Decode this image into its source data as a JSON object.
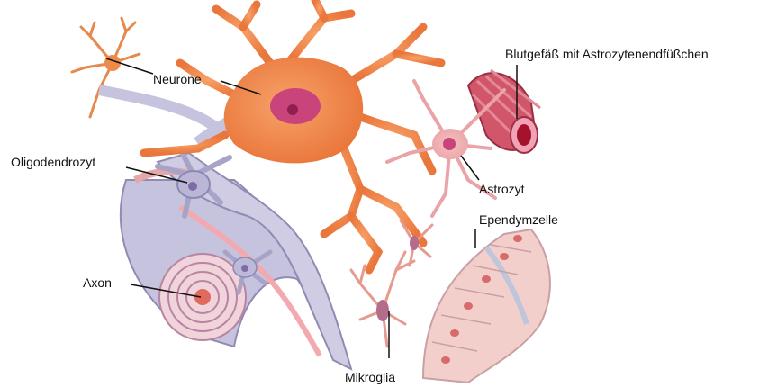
{
  "labels": {
    "neurone": "Neurone",
    "oligodendrozyt": "Oligodendrozyt",
    "axon": "Axon",
    "blutgefaess": "Blutgefäß mit Astrozytenendfüßchen",
    "astrozyt": "Astrozyt",
    "ependymzelle": "Ependymzelle",
    "mikroglia": "Mikroglia"
  },
  "colors": {
    "neuron": "#f08a4b",
    "neuron_dark": "#d8652e",
    "nucleus": "#c8447a",
    "glia": "#a9a6c9",
    "astrocyte": "#f1b0ae",
    "vessel": "#c74a5a",
    "ependymal": "#f0c0bd"
  }
}
